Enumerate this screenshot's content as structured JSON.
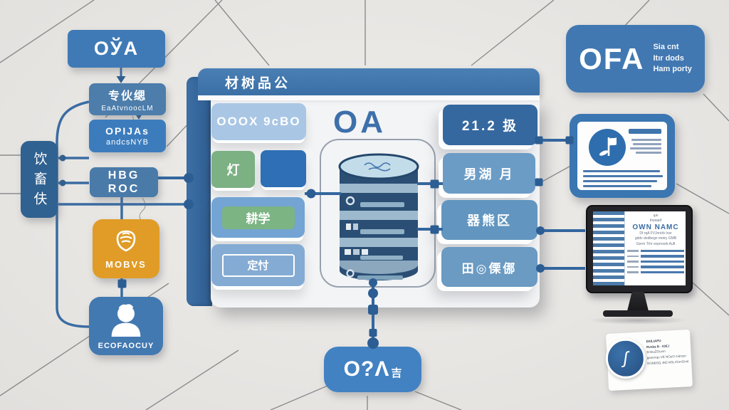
{
  "left_column": {
    "top_box": {
      "label": "OЎA"
    },
    "agent_box": {
      "title": "专伙缌",
      "subtitle": "EaAtvnoocLM"
    },
    "opi_box": {
      "title": "OPIJAs",
      "subtitle": "andcsNYB"
    },
    "hbg_box": {
      "line1": "HBG",
      "line2": "ROC"
    },
    "mobus_box": {
      "label": "MOBVS"
    },
    "user_box": {
      "label": "ECOFAOCUY"
    },
    "side_tab": {
      "label": "饮畜伕"
    }
  },
  "panel": {
    "header": "材树品公",
    "badge": "OOOX 9cBO",
    "title": "OA",
    "chip1": "灯",
    "chip2": "耕学",
    "chip3": "定忖",
    "right_boxes": [
      "21.2 扱",
      "男湖 月",
      "器熊区",
      "田◎傈㑚"
    ]
  },
  "ofa_box": {
    "title": "OFA",
    "line1": "Sia cnt",
    "line2": "Itır dods",
    "line3": "Ham porty"
  },
  "monitor_screen": {
    "kicker1": "ıμv",
    "kicker2": "Invoaof",
    "title": "OWN NAMC",
    "sub1": "Df rqA FVJnnIrb Insr",
    "sub2": "gddv dedbegn metry GMB",
    "sub3": "Germ Trhr veprnseb Aufl"
  },
  "bottom_box": {
    "label": "O?Λ",
    "suffix": "吉"
  },
  "card": {
    "logo_glyph": "ʃ",
    "line1": "EKILIAPU",
    "line2": "Rvnka B - IOE.I",
    "line3": "EmkuŽOuvm",
    "line4": "geavrrqu VE  NOuO mämyn",
    "line5": "EONBSQ JN5  NSLrGnnOnnb"
  },
  "colors": {
    "accent_blue": "#3a6fa6",
    "light_blue": "#a9c6e4",
    "green": "#7cb183",
    "orange": "#e09c27",
    "cylinder_dark": "#2a4e74",
    "background": "#e8e6e3"
  }
}
